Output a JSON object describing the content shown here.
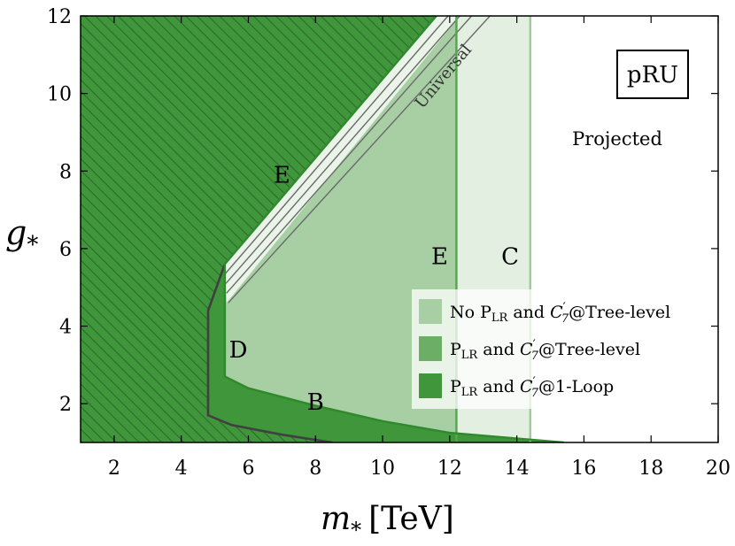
{
  "chart_data": {
    "type": "area",
    "xlim": [
      1,
      20
    ],
    "ylim": [
      1,
      12
    ],
    "x_ticks": [
      2,
      4,
      6,
      8,
      10,
      12,
      14,
      16,
      18,
      20
    ],
    "y_ticks": [
      2,
      4,
      6,
      8,
      10,
      12
    ],
    "x_tick_labels": [
      "2",
      "4",
      "6",
      "8",
      "10",
      "12",
      "14",
      "16",
      "18",
      "20"
    ],
    "y_tick_labels": [
      "2",
      "4",
      "6",
      "8",
      "10",
      "12"
    ],
    "xlabel": {
      "symbol": "m",
      "sub": "*",
      "unit": "[TeV]"
    },
    "ylabel": {
      "symbol": "g",
      "sub": "*"
    },
    "grid": false,
    "colors": {
      "no_plr": "#a7cfa3",
      "no_plr_light": "#e3f0e1",
      "plr_tree": "#6cae66",
      "plr_loop": "#3f963b",
      "plr_loop_edge": "#2d7a2b",
      "hatch_line": "#2e6a2c",
      "loop_boundary": "#404040",
      "universal_band": "#f2f7f1"
    },
    "series": [
      {
        "name": "No P_LR and C'_7@Tree-level",
        "role": "fill",
        "regions": [
          {
            "label": "C",
            "x_max": 14.4,
            "note": "projected"
          },
          {
            "label": "E",
            "x_max": 12.2
          }
        ],
        "boundary": [
          [
            5.3,
            2.7
          ],
          [
            6,
            2.4
          ],
          [
            8,
            1.95
          ],
          [
            10,
            1.55
          ],
          [
            12,
            1.28
          ],
          [
            14.4,
            1.05
          ]
        ]
      },
      {
        "name": "P_LR and C'_7@Tree-level",
        "role": "fill",
        "regions": [
          {
            "label": "B"
          },
          {
            "label": "D"
          }
        ],
        "boundary": [
          [
            5.3,
            5.6
          ],
          [
            5.3,
            2.7
          ],
          [
            8,
            1.95
          ],
          [
            12.2,
            1.25
          ],
          [
            15.4,
            1.0
          ]
        ]
      },
      {
        "name": "P_LR and C'_7@1-Loop",
        "role": "fill",
        "regions": [
          {
            "label": "E",
            "hatched": true
          }
        ],
        "boundary": [
          [
            4.8,
            1.7
          ],
          [
            5.5,
            1.45
          ],
          [
            7,
            1.2
          ],
          [
            8.5,
            1.0
          ]
        ]
      }
    ],
    "exclusion_top_left": [
      [
        1,
        12
      ],
      [
        11.6,
        12
      ],
      [
        5.3,
        5.6
      ],
      [
        5.3,
        2.7
      ],
      [
        4.8,
        4.4
      ]
    ],
    "universal_band": {
      "label": "Universal",
      "x_at_y12": [
        11.6,
        13.2
      ],
      "x_at_y55": [
        5.3,
        5.4
      ]
    },
    "region_labels": [
      {
        "text": "E",
        "x": 7.0,
        "y": 7.9
      },
      {
        "text": "E",
        "x": 11.7,
        "y": 5.8
      },
      {
        "text": "C",
        "x": 13.8,
        "y": 5.8
      },
      {
        "text": "D",
        "x": 5.7,
        "y": 3.4
      },
      {
        "text": "B",
        "x": 8.0,
        "y": 2.05
      }
    ],
    "annotations": {
      "box_label": "pRU",
      "projected": "Projected",
      "universal": "Universal"
    },
    "legend": {
      "placement": "center-right",
      "entries": [
        {
          "main": "No P",
          "main_sub": "LR",
          "and": " and ",
          "c": "C",
          "c_prime": "′",
          "c_sub": "7",
          "rest": "@Tree-level",
          "color": "#a7cfa3"
        },
        {
          "main": "P",
          "main_sub": "LR",
          "and": " and ",
          "c": "C",
          "c_prime": "′",
          "c_sub": "7",
          "rest": "@Tree-level",
          "color": "#6cae66"
        },
        {
          "main": "P",
          "main_sub": "LR",
          "and": " and ",
          "c": "C",
          "c_prime": "′",
          "c_sub": "7",
          "rest": "@1-Loop",
          "color": "#3f963b"
        }
      ]
    }
  }
}
